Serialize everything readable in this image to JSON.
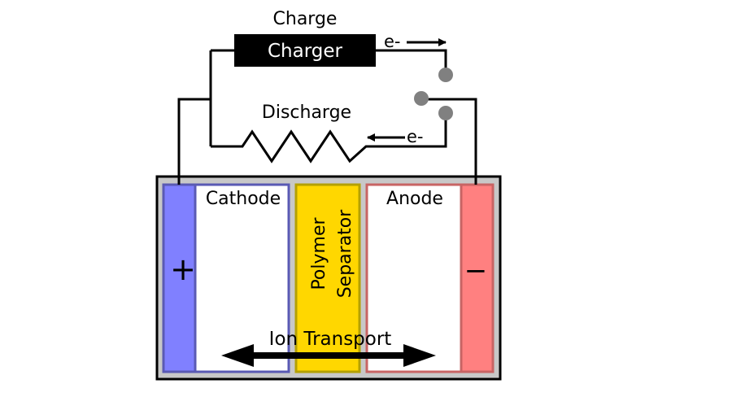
{
  "labels": {
    "charge": "Charge",
    "charger": "Charger",
    "discharge": "Discharge",
    "electron_top": "e-",
    "electron_bottom": "e-",
    "cathode": "Cathode",
    "anode": "Anode",
    "separator_line1": "Polymer",
    "separator_line2": "Separator",
    "ion_transport": "Ion Transport",
    "plus": "+",
    "minus": "−"
  },
  "colors": {
    "wire": "#000000",
    "charger_fill": "#000000",
    "charger_text": "#ffffff",
    "switch_contact": "#808080",
    "casing_fill": "#c8c8c8",
    "cathode_collector": "#8080ff",
    "cathode_border": "#5a5ab4",
    "anode_collector": "#ff8080",
    "anode_border": "#c86464",
    "separator_fill": "#ffd700",
    "separator_border": "#b4a000",
    "electrode_fill": "#ffffff"
  }
}
